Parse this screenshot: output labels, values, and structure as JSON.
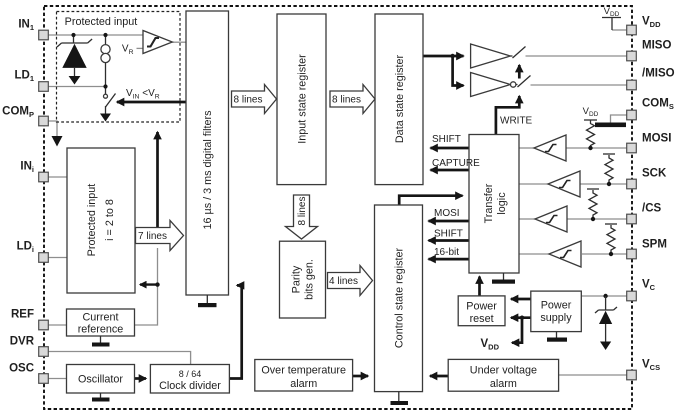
{
  "figure": {
    "kind": "functional block diagram",
    "colors": {
      "background": "#ffffff",
      "line_black": "#151515",
      "outline_grey": "#3a3a3a",
      "wire_grey": "#8e8e8e",
      "pin_fill": "#d9d9d9"
    }
  },
  "pins": {
    "left": [
      {
        "main": "IN",
        "sub": "1"
      },
      {
        "main": "LD",
        "sub": "1"
      },
      {
        "main": "COM",
        "sub": "P"
      },
      {
        "main": "IN",
        "sub": "i"
      },
      {
        "main": "LD",
        "sub": "i"
      },
      {
        "main": "REF",
        "sub": ""
      },
      {
        "main": "DVR",
        "sub": ""
      },
      {
        "main": "OSC",
        "sub": ""
      }
    ],
    "right": [
      {
        "main": "V",
        "sub": "DD"
      },
      {
        "main": "MISO",
        "sub": ""
      },
      {
        "main": "/MISO",
        "sub": ""
      },
      {
        "main": "COM",
        "sub": "S"
      },
      {
        "main": "MOSI",
        "sub": ""
      },
      {
        "main": "SCK",
        "sub": ""
      },
      {
        "main": "/CS",
        "sub": ""
      },
      {
        "main": "SPM",
        "sub": ""
      },
      {
        "main": "V",
        "sub": "C"
      },
      {
        "main": "V",
        "sub": "CS"
      }
    ]
  },
  "blocks": {
    "protected_input_1": "Protected input",
    "protected_input_n": {
      "line1": "Protected input",
      "line2": "i = 2 to 8"
    },
    "digital_filters": "16 µs / 3 ms digital filters",
    "input_state_register": "Input state register",
    "data_state_register": "Data state register",
    "control_state_register": "Control state register",
    "parity": {
      "line1": "Parity",
      "line2": "bits gen."
    },
    "transfer_logic": {
      "line1": "Transfer",
      "line2": "logic"
    },
    "current_reference": {
      "line1": "Current",
      "line2": "reference"
    },
    "oscillator": "Oscillator",
    "clock_divider": {
      "line1": "8 / 64",
      "line2": "Clock divider"
    },
    "over_temperature_alarm": {
      "line1": "Over temperature",
      "line2": "alarm"
    },
    "under_voltage_alarm": {
      "line1": "Under voltage",
      "line2": "alarm"
    },
    "power_reset": {
      "line1": "Power",
      "line2": "reset"
    },
    "power_supply": {
      "line1": "Power",
      "line2": "supply"
    }
  },
  "signals": {
    "lines8_a": "8 lines",
    "lines8_b": "8 lines",
    "lines8_v": "8 lines",
    "lines7": "7 lines",
    "lines4": "4 lines",
    "shift_data": "SHIFT",
    "capture": "CAPTURE",
    "mosi_ctrl": "MOSI",
    "shift_ctrl": "SHIFT",
    "bit16": "16-bit",
    "write": "WRITE",
    "vr": {
      "main": "V",
      "sub": "R"
    },
    "vin_lt_vr": {
      "v1": "V",
      "s1": "IN",
      "mid": " <",
      "v2": "V",
      "s2": "R"
    },
    "vdd_rail_top": {
      "main": "V",
      "sub": "DD"
    },
    "vdd_rail_mosi": {
      "main": "V",
      "sub": "DD"
    },
    "vdd_out": {
      "main": "V",
      "sub": "DD"
    }
  }
}
